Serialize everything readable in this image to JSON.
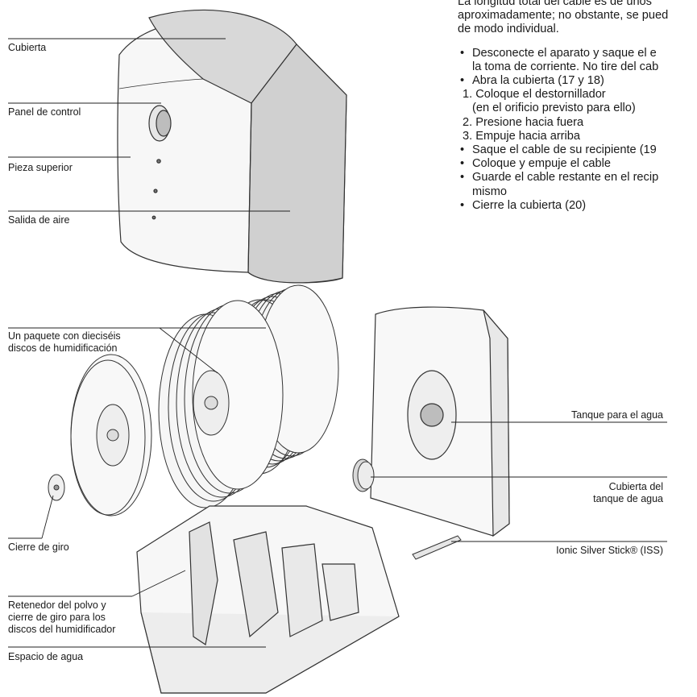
{
  "instructions": {
    "intro": [
      "La longitud total del cable es de unos",
      "aproximadamente; no obstante, se pued",
      "de modo individual."
    ],
    "steps": [
      {
        "type": "bullet",
        "lines": [
          "Desconecte el aparato y saque el e",
          "la toma de corriente. No tire del cab"
        ]
      },
      {
        "type": "bullet",
        "lines": [
          "Abra la cubierta (17 y 18)"
        ]
      },
      {
        "type": "num",
        "lines": [
          "1.  Coloque el destornillador",
          "(en el orificio previsto para ello)"
        ]
      },
      {
        "type": "num",
        "lines": [
          "2.  Presione hacia fuera"
        ]
      },
      {
        "type": "num",
        "lines": [
          "3.  Empuje hacia arriba"
        ]
      },
      {
        "type": "bullet",
        "lines": [
          "Saque el cable de su recipiente (19"
        ]
      },
      {
        "type": "bullet",
        "lines": [
          "Coloque y empuje el cable"
        ]
      },
      {
        "type": "bullet",
        "lines": [
          "Guarde el cable restante en el recip",
          "mismo"
        ]
      },
      {
        "type": "bullet",
        "lines": [
          "Cierre la cubierta (20)"
        ]
      }
    ]
  },
  "labels": {
    "cubierta": "Cubierta",
    "panel": "Panel de control",
    "pieza": "Pieza superior",
    "salida": "Salida de aire",
    "paquete": [
      "Un paquete con dieciséis",
      "discos de humidificación"
    ],
    "tanque": "Tanque para el agua",
    "cubierta_tanque": [
      "Cubierta del",
      "tanque de agua"
    ],
    "ionic": "Ionic Silver Stick® (ISS)",
    "cierre": "Cierre de giro",
    "retenedor": [
      "Retenedor del polvo y",
      "cierre de giro para los",
      "discos del humidificador"
    ],
    "espacio": "Espacio de agua"
  }
}
